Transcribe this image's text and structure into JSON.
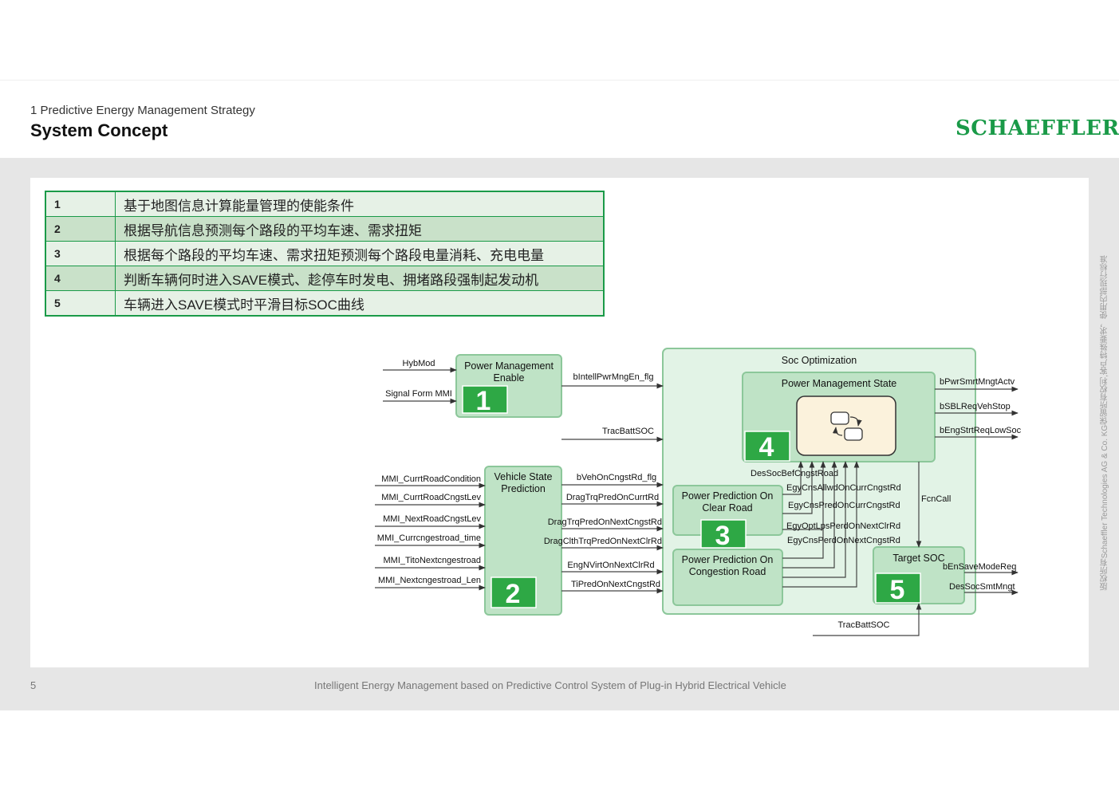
{
  "header": {
    "subtitle": "1 Predictive Energy Management Strategy",
    "title": "System Concept",
    "brand": "SCHAEFFLER"
  },
  "legend_table": [
    {
      "num": "1",
      "text": "基于地图信息计算能量管理的使能条件"
    },
    {
      "num": "2",
      "text": "根据导航信息预测每个路段的平均车速、需求扭矩"
    },
    {
      "num": "3",
      "text": "根据每个路段的平均车速、需求扭矩预测每个路段电量消耗、充电电量"
    },
    {
      "num": "4",
      "text": "判断车辆何时进入SAVE模式、趁停车时发电、拥堵路段强制起发动机"
    },
    {
      "num": "5",
      "text": "车辆进入SAVE模式时平滑目标SOC曲线"
    }
  ],
  "diagram": {
    "inputs_block1": [
      "HybMod",
      "Signal Form MMI"
    ],
    "block1": {
      "title1": "Power Management",
      "title2": "Enable",
      "badge": "1"
    },
    "block1_output": "bIntellPwrMngEn_flg",
    "tracbattsoc_in": "TracBattSOC",
    "inputs_block2": [
      "MMI_CurrtRoadCondition",
      "MMI_CurrtRoadCngstLev",
      "MMI_NextRoadCngstLev",
      "MMI_Currcngestroad_time",
      "MMI_TitoNextcngestroad",
      "MMI_Nextcngestroad_Len"
    ],
    "block2": {
      "title1": "Vehicle State",
      "title2": "Prediction",
      "badge": "2"
    },
    "block2_outputs": [
      "bVehOnCngstRd_flg",
      "DragTrqPredOnCurrtRd",
      "DragTrqPredOnNextCngstRd",
      "DragClthTrqPredOnNextClrRd",
      "EngNVirtOnNextClrRd",
      "TiPredOnNextCngstRd"
    ],
    "outer": {
      "title": "Soc Optimization"
    },
    "block4": {
      "title": "Power Management State",
      "badge": "4"
    },
    "block4_outputs": [
      "bPwrSmrtMngtActv",
      "bSBLReqVehStop",
      "bEngStrtReqLowSoc"
    ],
    "internal_signals": [
      "DesSocBefCngstRoad",
      "EgyCnsAllwdOnCurrCngstRd",
      "EgyCnsPredOnCurrCngstRd",
      "EgyOptLpsPerdOnNextClrRd",
      "EgyCnsPerdOnNextCngstRd"
    ],
    "fcncall": "FcnCall",
    "block3a": {
      "title1": "Power Prediction On",
      "title2": "Clear Road",
      "badge": "3"
    },
    "block3b": {
      "title1": "Power Prediction On",
      "title2": "Congestion Road"
    },
    "block5": {
      "title": "Target SOC",
      "badge": "5"
    },
    "block5_outputs": [
      "bEnSaveModeReq",
      "DesSocSmtMngt"
    ],
    "tracbattsoc_bottom": "TracBattSOC"
  },
  "footer": {
    "page_number": "5",
    "text": "Intelligent Energy Management based on Predictive Control System of Plug-in Hybrid Electrical Vehicle",
    "vertical_note": "版权所有Schaeffler Technologies AG & Co. KG保留所有权利,客户特殊要求，使用内部现行标准"
  },
  "colors": {
    "brand_green": "#1a9a48",
    "block_fill": "#bfe3c6",
    "outer_fill": "#e2f3e6",
    "badge_fill": "#2ea845"
  }
}
